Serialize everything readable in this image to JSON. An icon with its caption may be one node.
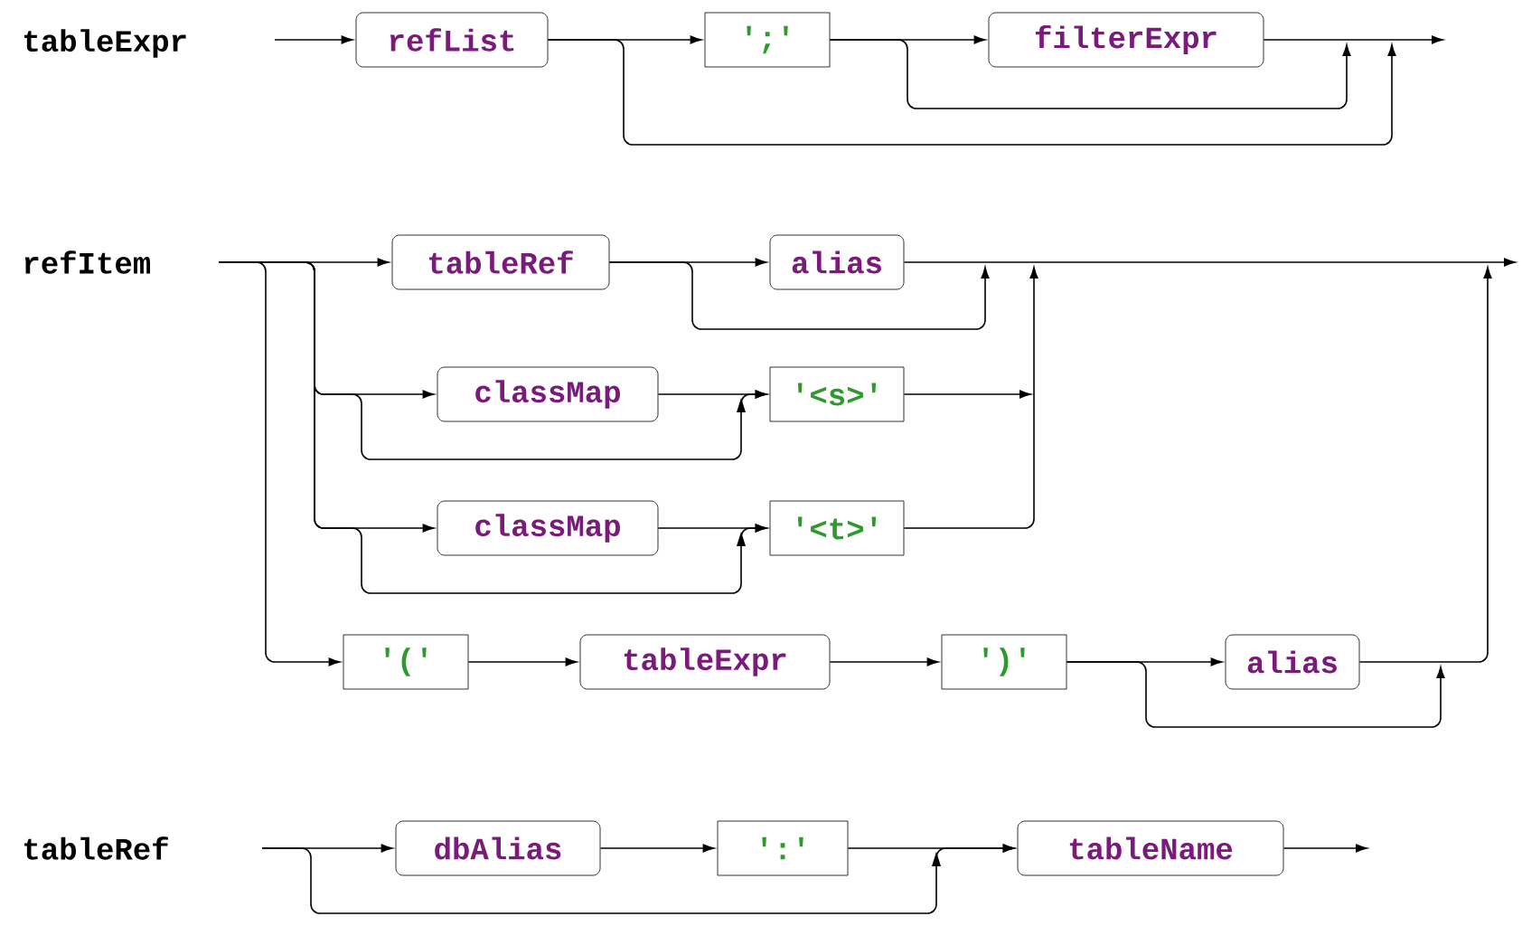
{
  "diagram": {
    "nodes": [
      {
        "text": [
          "refList"
        ]
      },
      {
        "text": [
          "';'"
        ]
      },
      {
        "text": [
          "filterExpr"
        ]
      },
      {
        "text": [
          "tableRef"
        ]
      },
      {
        "text": [
          "alias"
        ]
      },
      {
        "text": [
          "classMap"
        ]
      },
      {
        "text": [
          "'<s>'"
        ]
      },
      {
        "text": [
          "classMap"
        ]
      },
      {
        "text": [
          "'<t>'"
        ]
      },
      {
        "text": [
          "'('"
        ]
      },
      {
        "text": [
          "tableExpr"
        ]
      },
      {
        "text": [
          "')'"
        ]
      },
      {
        "text": [
          "alias"
        ]
      },
      {
        "text": [
          "dbAlias"
        ]
      },
      {
        "text": [
          "':'"
        ]
      },
      {
        "text": [
          "tableName"
        ]
      }
    ],
    "edges": [
      {
        "from": null,
        "to": 0,
        "arrow": "to"
      },
      {
        "from": 0,
        "to": 1,
        "arrow": "to"
      },
      {
        "from": 1,
        "to": 2,
        "arrow": "to"
      },
      {
        "from": 2,
        "to": null,
        "arrow": "to"
      },
      {
        "from": 1,
        "to": null,
        "arrow": "to"
      },
      {
        "from": 0,
        "to": null,
        "arrow": "to"
      },
      {
        "from": null,
        "to": 3,
        "arrow": "to"
      },
      {
        "from": 3,
        "to": 4,
        "arrow": "to"
      },
      {
        "from": 4,
        "to": null,
        "arrow": "to"
      },
      {
        "from": 3,
        "to": null,
        "arrow": "to"
      },
      {
        "from": null,
        "to": 5,
        "arrow": "to"
      },
      {
        "from": 5,
        "to": 6,
        "arrow": "to"
      },
      {
        "from": null,
        "to": 6,
        "arrow": "to"
      },
      {
        "from": 6,
        "to": null,
        "arrow": "to"
      },
      {
        "from": null,
        "to": 7,
        "arrow": "to"
      },
      {
        "from": 7,
        "to": 8,
        "arrow": "to"
      },
      {
        "from": null,
        "to": 8,
        "arrow": "to"
      },
      {
        "from": 8,
        "to": null,
        "arrow": "to"
      },
      {
        "from": null,
        "to": 9,
        "arrow": "to"
      },
      {
        "from": 9,
        "to": 10,
        "arrow": "to"
      },
      {
        "from": 10,
        "to": 11,
        "arrow": "to"
      },
      {
        "from": 11,
        "to": 12,
        "arrow": "to"
      },
      {
        "from": 12,
        "to": null,
        "arrow": "to"
      },
      {
        "from": 11,
        "to": null,
        "arrow": "to"
      },
      {
        "from": null,
        "to": 13,
        "arrow": "to"
      },
      {
        "from": 13,
        "to": 14,
        "arrow": "to"
      },
      {
        "from": 14,
        "to": 15,
        "arrow": "to"
      },
      {
        "from": null,
        "to": 15,
        "arrow": "to"
      },
      {
        "from": 15,
        "to": null,
        "arrow": "to"
      }
    ],
    "labels": [
      "tableExpr",
      "refItem",
      "tableRef"
    ]
  }
}
